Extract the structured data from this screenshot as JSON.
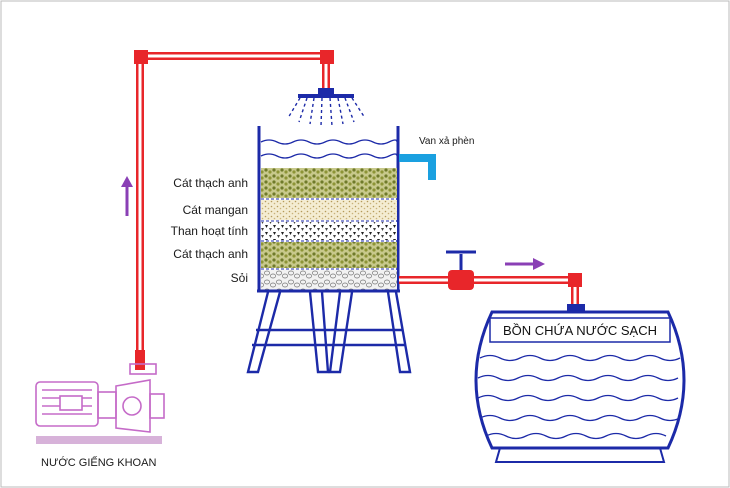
{
  "labels": {
    "drain_valve": "Van xả phèn",
    "clean_tank": "BỒN CHỨA NƯỚC SẠCH",
    "well_water": "NƯỚC GIẾNG KHOAN"
  },
  "filter_layers": [
    {
      "label": "Cát thạch anh",
      "color": "#c9c98a"
    },
    {
      "label": "Cát mangan",
      "color": "#f2ead0"
    },
    {
      "label": "Than hoạt tính",
      "color": "#8a8a8a"
    },
    {
      "label": "Cát thạch anh",
      "color": "#c9c98a"
    },
    {
      "label": "Sỏi",
      "color": "#d8d8d8"
    }
  ],
  "colors": {
    "pipe": "#e8262a",
    "frame": "#1c2aa8",
    "water": "#1c2aa8",
    "pump": "#c56bc8",
    "arrow": "#8a3fb5",
    "valve_pipe": "#1aa0e0"
  },
  "icons": {
    "flow_up": "arrow-up-icon",
    "flow_right": "arrow-right-icon"
  }
}
